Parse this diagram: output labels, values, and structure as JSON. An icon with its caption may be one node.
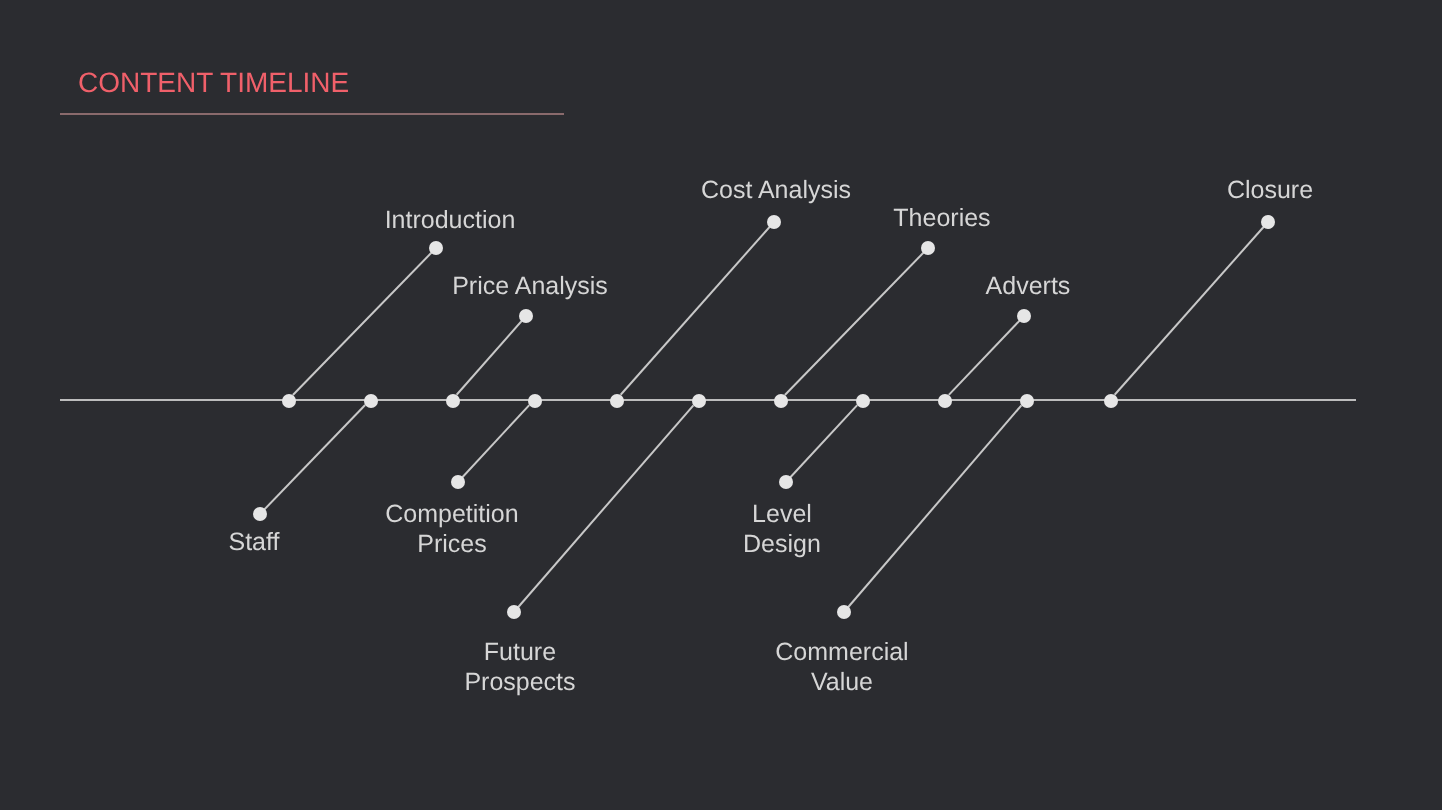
{
  "diagram": {
    "title": "CONTENT TIMELINE",
    "nodes": [
      {
        "text": [
          "Introduction"
        ]
      },
      {
        "text": [
          "Staff"
        ]
      },
      {
        "text": [
          "Price Analysis"
        ]
      },
      {
        "text": [
          "Competition Prices"
        ]
      },
      {
        "text": [
          "Cost Analysis"
        ]
      },
      {
        "text": [
          "Future Prospects"
        ]
      },
      {
        "text": [
          "Theories"
        ]
      },
      {
        "text": [
          "Level Design"
        ]
      },
      {
        "text": [
          "Adverts"
        ]
      },
      {
        "text": [
          "Commercial Value"
        ]
      },
      {
        "text": [
          "Closure"
        ]
      },
      {
        "text": [],
        "shape": "circle"
      },
      {
        "text": [],
        "shape": "circle"
      },
      {
        "text": [],
        "shape": "circle"
      },
      {
        "text": [],
        "shape": "circle"
      },
      {
        "text": [],
        "shape": "circle"
      },
      {
        "text": [],
        "shape": "circle"
      },
      {
        "text": [],
        "shape": "circle"
      },
      {
        "text": [],
        "shape": "circle"
      },
      {
        "text": [],
        "shape": "circle"
      },
      {
        "text": [],
        "shape": "circle"
      },
      {
        "text": [],
        "shape": "circle"
      }
    ],
    "edges": [
      {
        "from": 0,
        "to": 11,
        "arrow": "other"
      },
      {
        "from": 1,
        "to": 12,
        "arrow": "other"
      },
      {
        "from": 2,
        "to": 13,
        "arrow": "other"
      },
      {
        "from": 3,
        "to": 14,
        "arrow": "other"
      },
      {
        "from": 4,
        "to": 15,
        "arrow": "other"
      },
      {
        "from": 5,
        "to": 16,
        "arrow": "other"
      },
      {
        "from": 6,
        "to": 17,
        "arrow": "other"
      },
      {
        "from": 7,
        "to": 18,
        "arrow": "other"
      },
      {
        "from": 8,
        "to": 19,
        "arrow": "other"
      },
      {
        "from": 9,
        "to": 20,
        "arrow": "other"
      },
      {
        "from": 10,
        "to": 21,
        "arrow": "other"
      }
    ]
  }
}
